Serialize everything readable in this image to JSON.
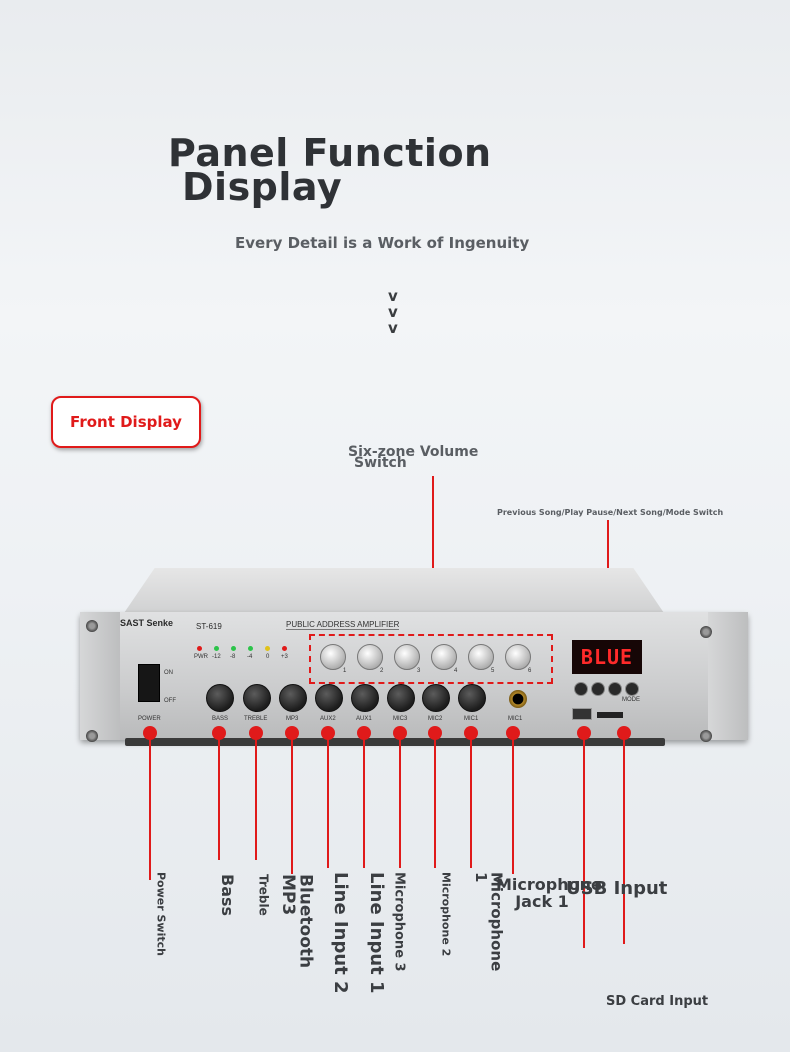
{
  "heading": {
    "title_line1": "Panel Function",
    "title_line2": "Display",
    "subtitle": "Every Detail is a Work of Ingenuity",
    "chevrons": [
      "v",
      "v",
      "v"
    ]
  },
  "section_button": {
    "label": "Front Display"
  },
  "callouts_top": {
    "six_zone_line1": "Six-zone Volume",
    "six_zone_line2": "Switch",
    "player_controls": "Previous Song/Play Pause/Next Song/Mode Switch"
  },
  "amplifier": {
    "brand": "SAST Senke",
    "model": "ST-619",
    "panel_label": "PUBLIC ADDRESS AMPLIFIER",
    "display_text": "BLUE",
    "power_on": "ON",
    "power_off": "OFF",
    "control_labels": [
      "POWER",
      "BASS",
      "TREBLE",
      "MP3",
      "AUX2",
      "AUX1",
      "MIC3",
      "MIC2",
      "MIC1",
      "MIC1"
    ],
    "level_labels": [
      "PWR",
      "-12",
      "-8",
      "-4",
      "0",
      "+3"
    ],
    "mode_label": "MODE",
    "zone_numbers": [
      "1",
      "2",
      "3",
      "4",
      "5",
      "6"
    ],
    "colors": {
      "accent_red": "#e01a1a",
      "display_red": "#ff2a2a"
    }
  },
  "bottom_labels": {
    "power": "Power Switch",
    "bass": "Bass",
    "treble": "Treble",
    "bluetooth": "Bluetooth MP3",
    "line2": "Line Input 2",
    "line1": "Line Input 1",
    "mic3": "Microphone 3",
    "mic2": "Microphone 2",
    "mic1": "Microphone 1",
    "mic_jack": "Microphone Jack 1",
    "usb": "USB Input",
    "sd": "SD Card Input"
  }
}
